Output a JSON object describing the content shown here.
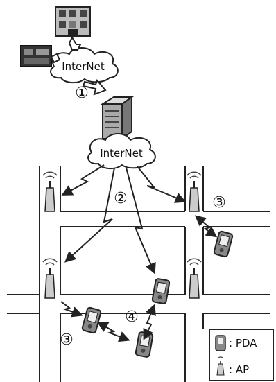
{
  "clouds": {
    "top": "InterNet",
    "middle": "InterNet"
  },
  "markers": {
    "m1": "①",
    "m2": "②",
    "m3a": "③",
    "m3b": "③",
    "m4": "④"
  },
  "legend": {
    "pda": ": PDA",
    "ap": ": AP"
  },
  "icons": [
    "building-icon",
    "dashboard-icon",
    "server-icon",
    "access-point-icon",
    "pda-icon"
  ]
}
